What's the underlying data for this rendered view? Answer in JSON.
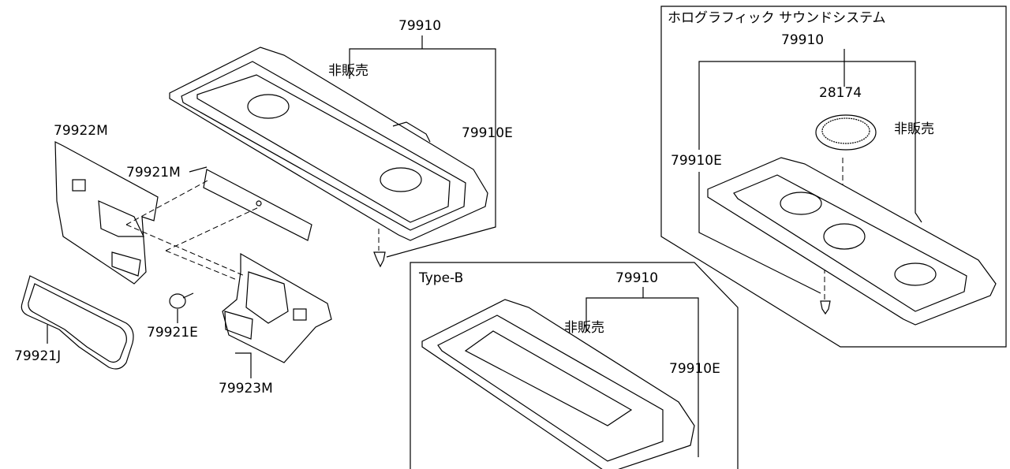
{
  "main": {
    "label_79910": "79910",
    "label_not_sold": "非販売",
    "label_79910E": "79910E",
    "label_79922M": "79922M",
    "label_79921M": "79921M",
    "label_79921E": "79921E",
    "label_79921J": "79921J",
    "label_79923M": "79923M"
  },
  "type_b": {
    "title": "Type-B",
    "label_79910": "79910",
    "label_not_sold": "非販売",
    "label_79910E": "79910E"
  },
  "holographic": {
    "title": "ホログラフィック サウンドシステム",
    "label_79910": "79910",
    "label_28174": "28174",
    "label_not_sold": "非販売",
    "label_79910E": "79910E"
  }
}
